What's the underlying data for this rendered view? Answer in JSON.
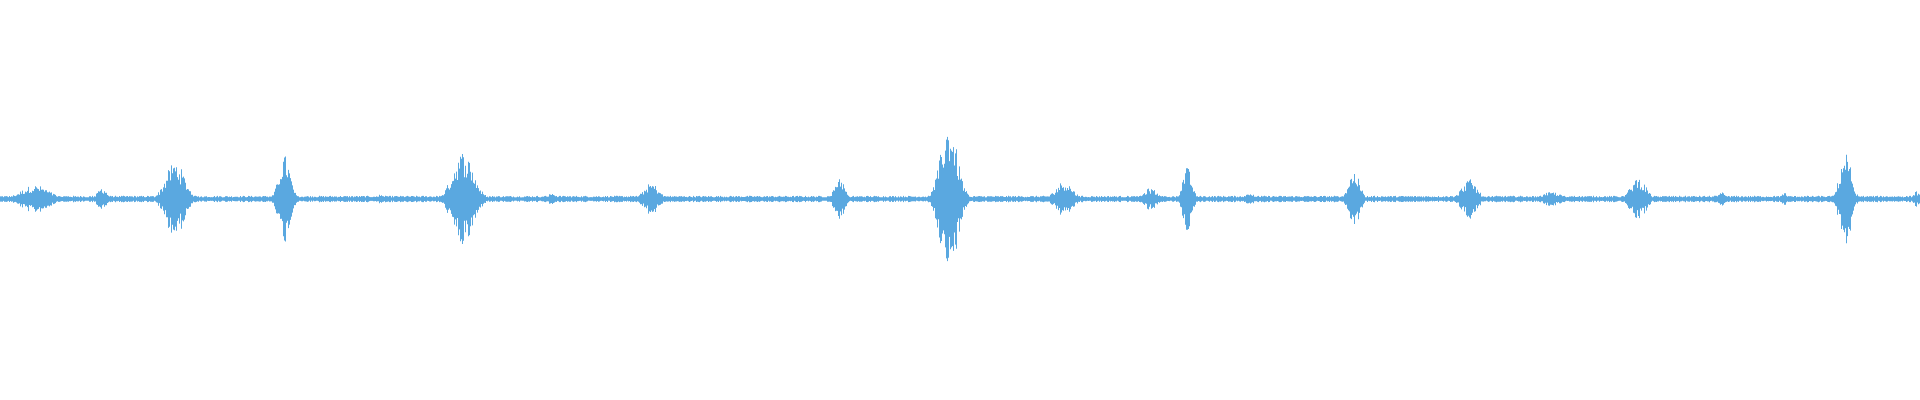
{
  "waveform": {
    "color": "#5aa8e0",
    "background": "#ffffff",
    "segments": [
      {
        "center": 0.018,
        "width": 0.03,
        "amp": 0.035
      },
      {
        "center": 0.053,
        "width": 0.01,
        "amp": 0.03
      },
      {
        "center": 0.091,
        "width": 0.02,
        "amp": 0.095
      },
      {
        "center": 0.148,
        "width": 0.012,
        "amp": 0.11
      },
      {
        "center": 0.198,
        "width": 0.006,
        "amp": 0.012
      },
      {
        "center": 0.241,
        "width": 0.022,
        "amp": 0.12
      },
      {
        "center": 0.287,
        "width": 0.008,
        "amp": 0.015
      },
      {
        "center": 0.339,
        "width": 0.016,
        "amp": 0.04
      },
      {
        "center": 0.437,
        "width": 0.01,
        "amp": 0.06
      },
      {
        "center": 0.494,
        "width": 0.018,
        "amp": 0.19
      },
      {
        "center": 0.554,
        "width": 0.018,
        "amp": 0.045
      },
      {
        "center": 0.599,
        "width": 0.014,
        "amp": 0.028
      },
      {
        "center": 0.618,
        "width": 0.01,
        "amp": 0.08
      },
      {
        "center": 0.651,
        "width": 0.008,
        "amp": 0.02
      },
      {
        "center": 0.705,
        "width": 0.012,
        "amp": 0.07
      },
      {
        "center": 0.765,
        "width": 0.016,
        "amp": 0.05
      },
      {
        "center": 0.808,
        "width": 0.02,
        "amp": 0.018
      },
      {
        "center": 0.853,
        "width": 0.016,
        "amp": 0.055
      },
      {
        "center": 0.896,
        "width": 0.008,
        "amp": 0.02
      },
      {
        "center": 0.929,
        "width": 0.006,
        "amp": 0.018
      },
      {
        "center": 0.961,
        "width": 0.012,
        "amp": 0.12
      },
      {
        "center": 0.998,
        "width": 0.006,
        "amp": 0.02
      }
    ]
  }
}
